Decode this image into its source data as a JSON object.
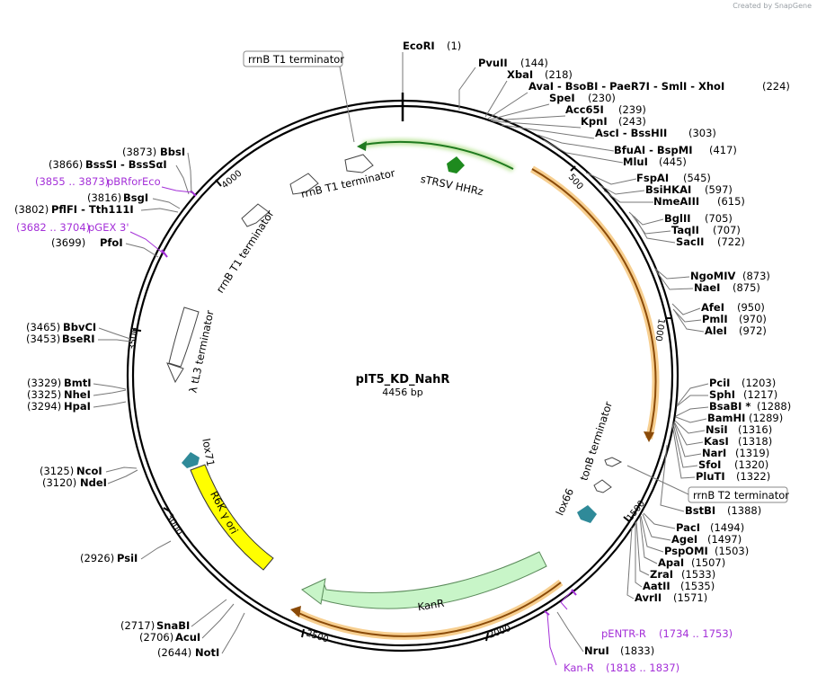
{
  "credit": "Created by SnapGene",
  "plasmid": {
    "name": "pIT5_KD_NahR",
    "size": "4456 bp"
  },
  "ticks": [
    "500",
    "1000",
    "1500",
    "2000",
    "2500",
    "3000",
    "3500",
    "4000"
  ],
  "sites": [
    {
      "name": "EcoRI",
      "pos": "(1)"
    },
    {
      "name": "PvuII",
      "pos": "(144)"
    },
    {
      "name": "XbaI",
      "pos": "(218)"
    },
    {
      "name": "AvaI  - BsoBI  - PaeR7I  - SmlI  - XhoI",
      "pos": "(224)"
    },
    {
      "name": "SpeI",
      "pos": "(230)"
    },
    {
      "name": "Acc65I",
      "pos": "(239)"
    },
    {
      "name": "KpnI",
      "pos": "(243)"
    },
    {
      "name": "AscI  - BssHII",
      "pos": "(303)"
    },
    {
      "name": "BfuAI  - BspMI",
      "pos": "(417)"
    },
    {
      "name": "MluI",
      "pos": "(445)"
    },
    {
      "name": "FspAI",
      "pos": "(545)"
    },
    {
      "name": "BsiHKAI",
      "pos": "(597)"
    },
    {
      "name": "NmeAIII",
      "pos": "(615)"
    },
    {
      "name": "BglII",
      "pos": "(705)"
    },
    {
      "name": "TaqII",
      "pos": "(707)"
    },
    {
      "name": "SacII",
      "pos": "(722)"
    },
    {
      "name": "NgoMIV",
      "pos": "(873)"
    },
    {
      "name": "NaeI",
      "pos": "(875)"
    },
    {
      "name": "AfeI",
      "pos": "(950)"
    },
    {
      "name": "PmlI",
      "pos": "(970)"
    },
    {
      "name": "AleI",
      "pos": "(972)"
    },
    {
      "name": "PciI",
      "pos": "(1203)"
    },
    {
      "name": "SphI",
      "pos": "(1217)"
    },
    {
      "name": "BsaBI *",
      "pos": "(1288)"
    },
    {
      "name": "BamHI",
      "pos": "(1289)"
    },
    {
      "name": "NsiI",
      "pos": "(1316)"
    },
    {
      "name": "KasI",
      "pos": "(1318)"
    },
    {
      "name": "NarI",
      "pos": "(1319)"
    },
    {
      "name": "SfoI",
      "pos": "(1320)"
    },
    {
      "name": "PluTI",
      "pos": "(1322)"
    },
    {
      "name": "BstBI",
      "pos": "(1388)"
    },
    {
      "name": "PacI",
      "pos": "(1494)"
    },
    {
      "name": "AgeI",
      "pos": "(1497)"
    },
    {
      "name": "PspOMI",
      "pos": "(1503)"
    },
    {
      "name": "ApaI",
      "pos": "(1507)"
    },
    {
      "name": "ZraI",
      "pos": "(1533)"
    },
    {
      "name": "AatII",
      "pos": "(1535)"
    },
    {
      "name": "AvrII",
      "pos": "(1571)"
    },
    {
      "name": "NruI",
      "pos": "(1833)"
    },
    {
      "name": "NotI",
      "pos": "(2644)"
    },
    {
      "name": "AcuI",
      "pos": "(2706)"
    },
    {
      "name": "SnaBI",
      "pos": "(2717)"
    },
    {
      "name": "PsiI",
      "pos": "(2926)"
    },
    {
      "name": "NdeI",
      "pos": "(3120)"
    },
    {
      "name": "NcoI",
      "pos": "(3125)"
    },
    {
      "name": "HpaI",
      "pos": "(3294)"
    },
    {
      "name": "NheI",
      "pos": "(3325)"
    },
    {
      "name": "BmtI",
      "pos": "(3329)"
    },
    {
      "name": "BseRI",
      "pos": "(3453)"
    },
    {
      "name": "BbvCI",
      "pos": "(3465)"
    },
    {
      "name": "PfoI",
      "pos": "(3699)"
    },
    {
      "name": "PflFI  - Tth111I",
      "pos": "(3802)"
    },
    {
      "name": "BsgI",
      "pos": "(3816)"
    },
    {
      "name": "BssSI  - BssSαI",
      "pos": "(3866)"
    },
    {
      "name": "BbsI",
      "pos": "(3873)"
    }
  ],
  "primers": [
    {
      "name": "pENTR-R",
      "range": "(1734 .. 1753)"
    },
    {
      "name": "Kan-R",
      "range": "(1818 .. 1837)"
    },
    {
      "name": "pGEX 3'",
      "range": "(3682 .. 3704)"
    },
    {
      "name": "pBRforEco",
      "range": "(3855 .. 3873)"
    }
  ],
  "boxed_labels": [
    "rrnB T1 terminator",
    "rrnB T2 terminator"
  ],
  "features": {
    "sTRSV_HHRz": "sTRSV HHRz",
    "rrnB_T1_a": "rrnB T1 terminator",
    "rrnB_T1_b": "rrnB T1 terminator",
    "lambda_tL3": "λ tL3 terminator",
    "tonB": "tonB terminator",
    "lox66": "lox66",
    "lox71": "lox71",
    "KanR": "KanR",
    "R6K": "R6K γ ori"
  },
  "colors": {
    "green_arrow": "#8fd45a",
    "orange_arrow": "#e4912f",
    "kanr_fill": "#c8f5c8",
    "r6k_fill": "#ffff00",
    "stRSV_fill": "#1e8a1e",
    "lox_fill": "#2f8a99",
    "primer": "#a430d8"
  }
}
